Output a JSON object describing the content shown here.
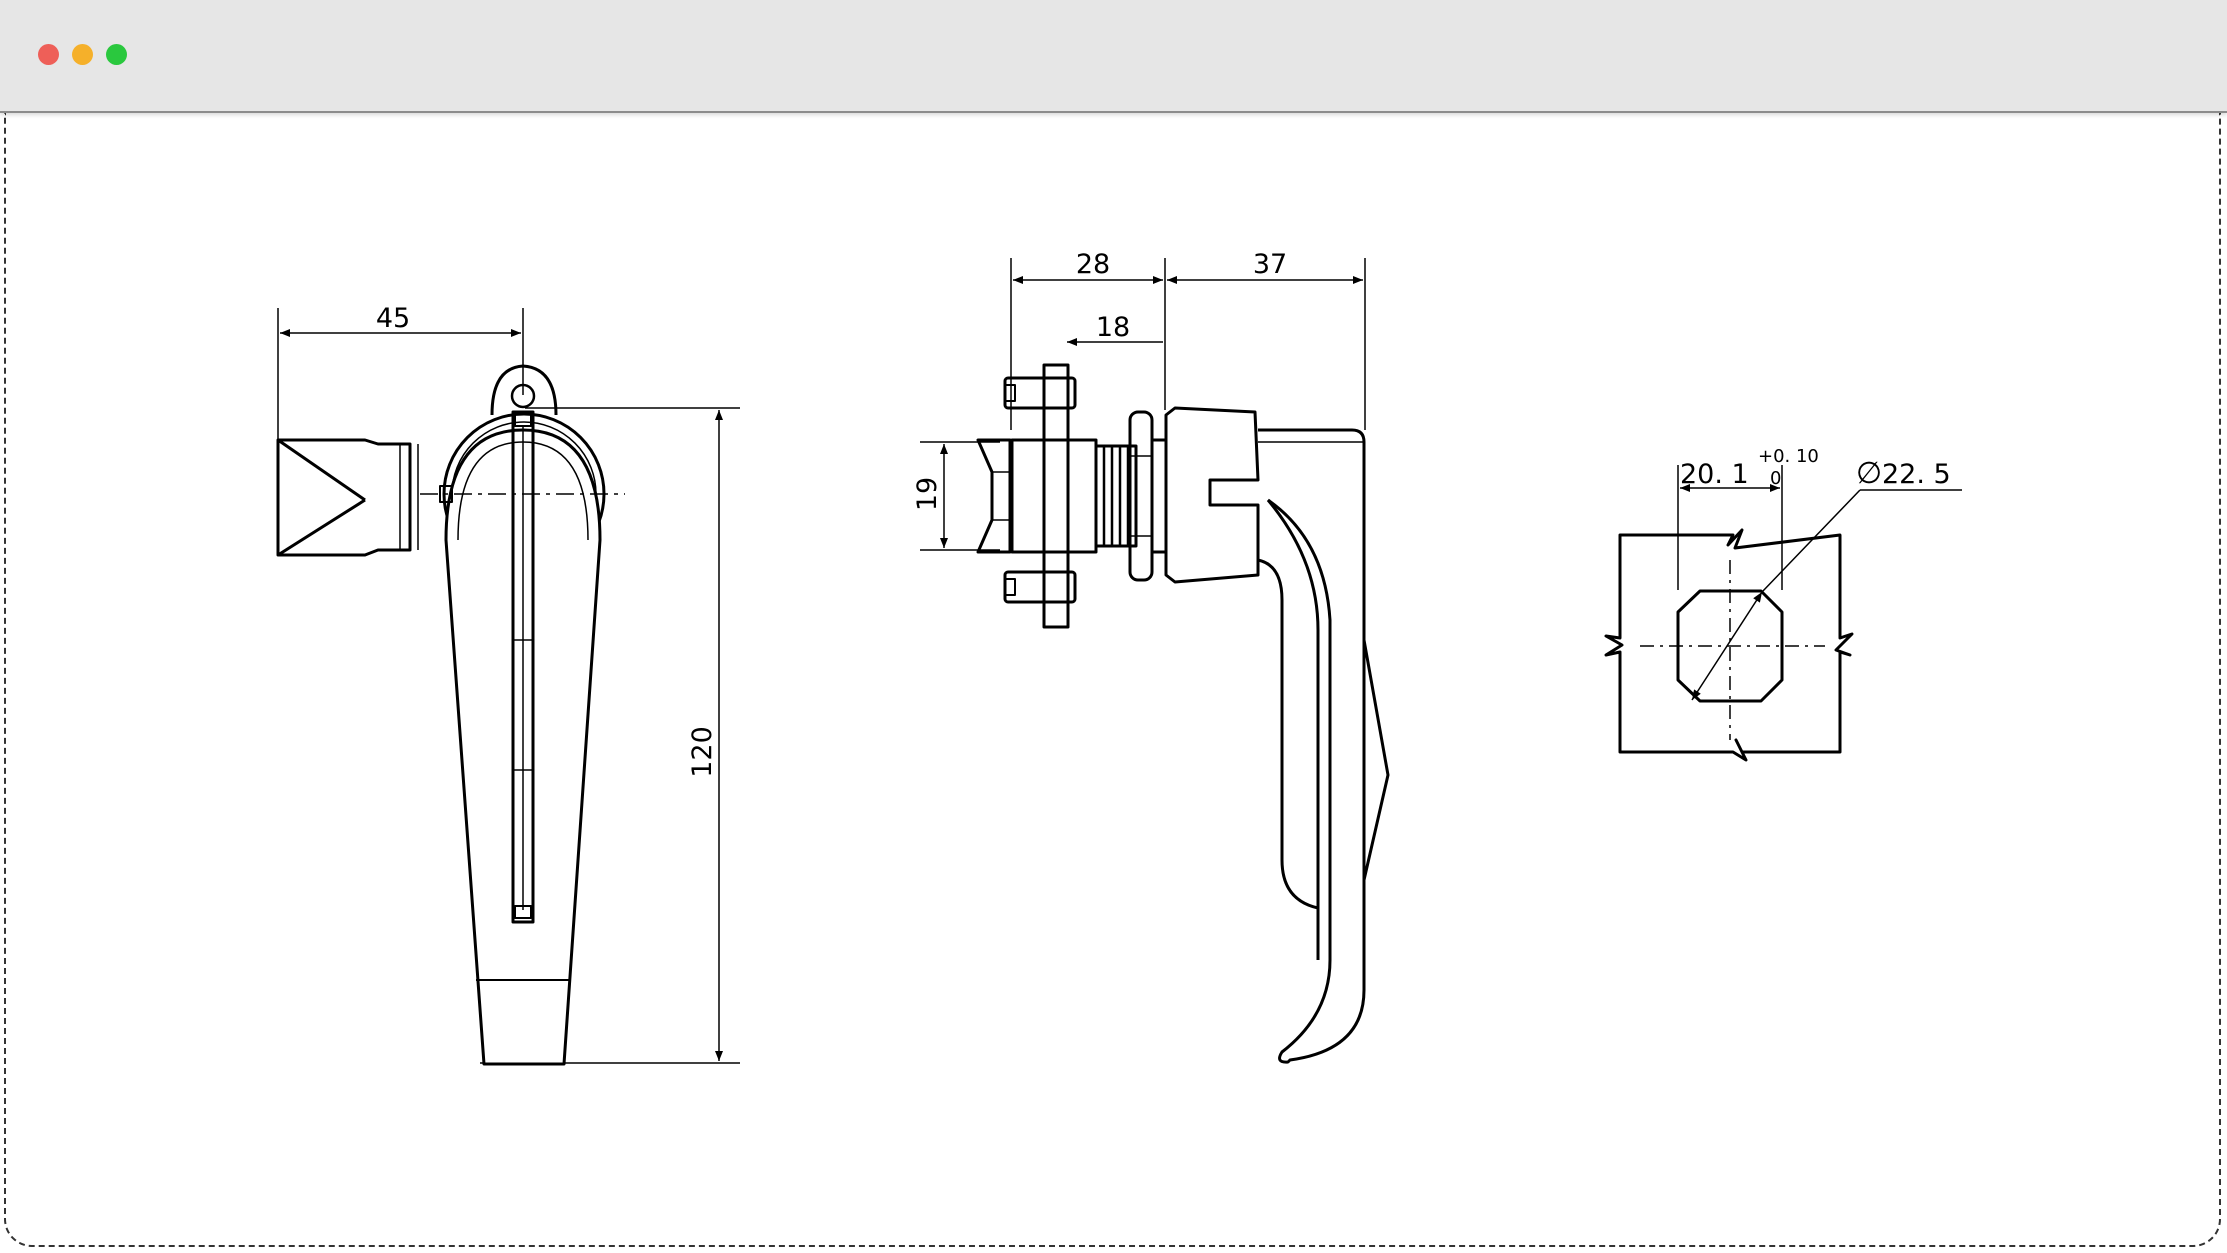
{
  "window": {
    "controls": [
      {
        "name": "close",
        "color": "#ee5f58"
      },
      {
        "name": "minimize",
        "color": "#f5b02a"
      },
      {
        "name": "maximize",
        "color": "#2ac83e"
      }
    ]
  },
  "dimensions": {
    "front_width": "45",
    "front_height": "120",
    "side_depth_total": "28",
    "side_depth_inner": "18",
    "side_body_height": "19",
    "side_handle_depth": "37",
    "cutout_width": "20. 1",
    "tolerance_upper": "+0. 10",
    "tolerance_lower": "0",
    "cutout_diameter": "22. 5",
    "diameter_symbol": "∅"
  }
}
